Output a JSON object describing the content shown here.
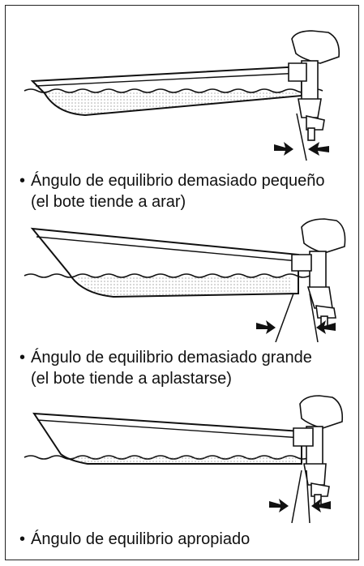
{
  "captions": [
    {
      "line1": "Ángulo de equilibrio demasiado pequeño",
      "line2": "(el bote tiende a arar)"
    },
    {
      "line1": "Ángulo de equilibrio demasiado grande",
      "line2": "(el bote tiende a aplastarse)"
    },
    {
      "line1": "Ángulo de equilibrio apropiado"
    }
  ],
  "bullet": "•"
}
